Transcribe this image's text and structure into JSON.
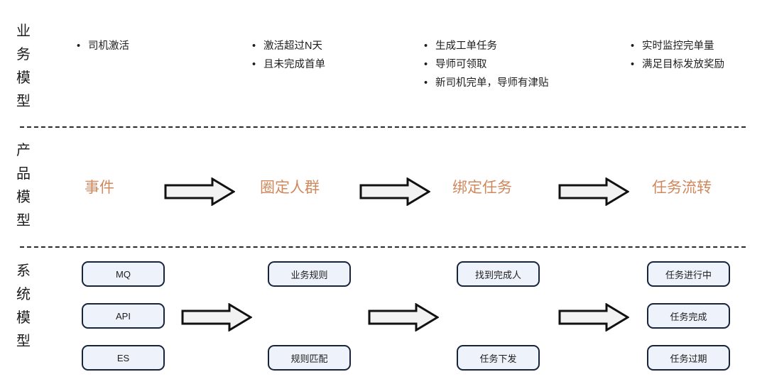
{
  "diagram": {
    "title": "业务-产品-系统 三层模型流程图",
    "accent_orange": "#d1885d",
    "box_fill": "#eef2fb",
    "box_border": "#18243c",
    "divider_color": "#2b2b2b"
  },
  "rows": {
    "business": {
      "label": "业务模型",
      "label_chars": [
        "业",
        "务",
        "模",
        "型"
      ],
      "columns": [
        {
          "items": [
            "司机激活"
          ]
        },
        {
          "items": [
            "激活超过N天",
            "且未完成首单"
          ]
        },
        {
          "items": [
            "生成工单任务",
            "导师可领取",
            "新司机完单，导师有津贴"
          ]
        },
        {
          "items": [
            "实时监控完单量",
            "满足目标发放奖励"
          ]
        }
      ]
    },
    "product": {
      "label": "产品模型",
      "label_chars": [
        "产",
        "品",
        "模",
        "型"
      ],
      "stages": [
        "事件",
        "圈定人群",
        "绑定任务",
        "任务流转"
      ],
      "arrows": [
        "arrow-right-1",
        "arrow-right-2",
        "arrow-right-3"
      ]
    },
    "system": {
      "label": "系统模型",
      "label_chars": [
        "系",
        "统",
        "模",
        "型"
      ],
      "columns": [
        {
          "boxes": [
            "MQ",
            "API",
            "ES"
          ]
        },
        {
          "boxes": [
            "业务规则",
            "规则匹配"
          ]
        },
        {
          "boxes": [
            "找到完成人",
            "任务下发"
          ]
        },
        {
          "boxes": [
            "任务进行中",
            "任务完成",
            "任务过期"
          ]
        }
      ],
      "arrows": [
        "arrow-right-1",
        "arrow-right-2",
        "arrow-right-3"
      ]
    }
  }
}
